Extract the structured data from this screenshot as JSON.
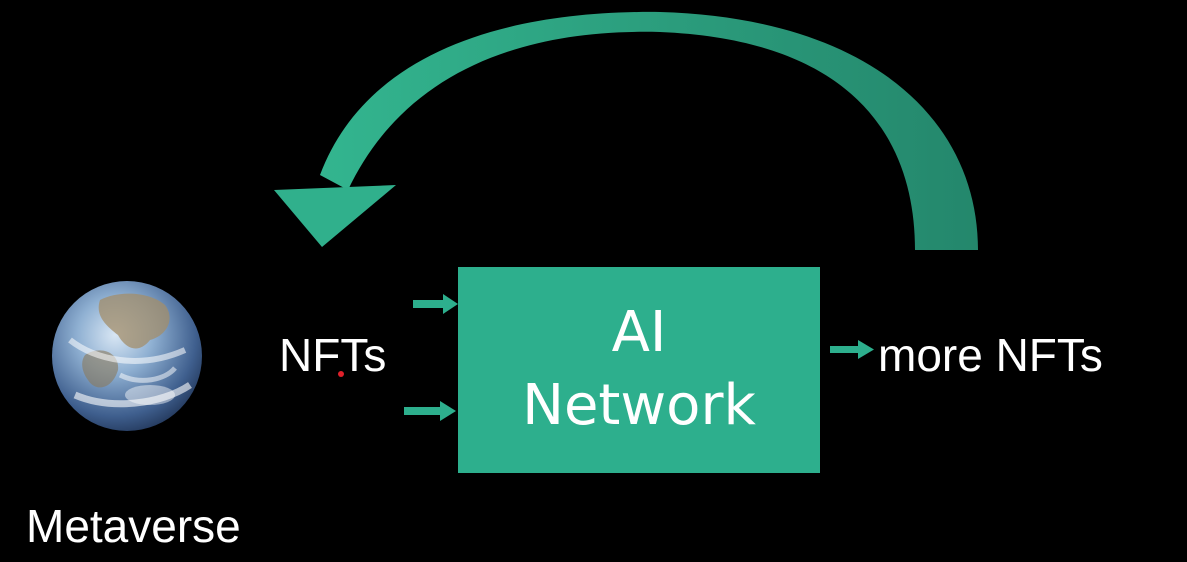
{
  "source_label": "Metaverse",
  "input_label": "NFTs",
  "ai_box": {
    "line1": "AI",
    "line2": "Network"
  },
  "output_label": "more NFTs",
  "icons": {
    "earth": "earth-globe-icon",
    "feedback_arrow": "curved-feedback-arrow-icon",
    "input_arrow": "right-arrow-icon",
    "output_arrow": "right-arrow-icon",
    "cursor": "cursor-dot-icon"
  },
  "colors": {
    "background": "#000000",
    "accent": "#2daf8d",
    "accent_dark": "#23896e",
    "text": "#ffffff",
    "cursor": "#e0202a"
  }
}
